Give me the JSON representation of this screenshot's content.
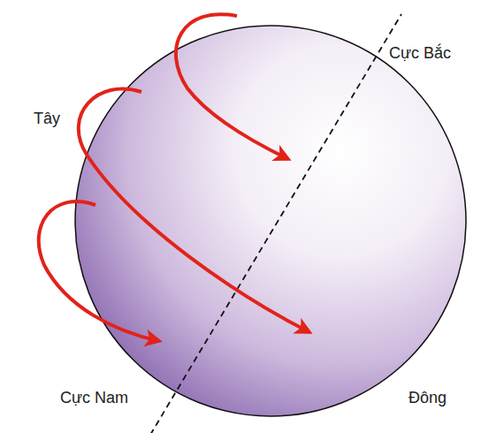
{
  "diagram": {
    "labels": [
      "Tây",
      "Cực Bắc",
      "Cực Nam",
      "Đông"
    ]
  }
}
